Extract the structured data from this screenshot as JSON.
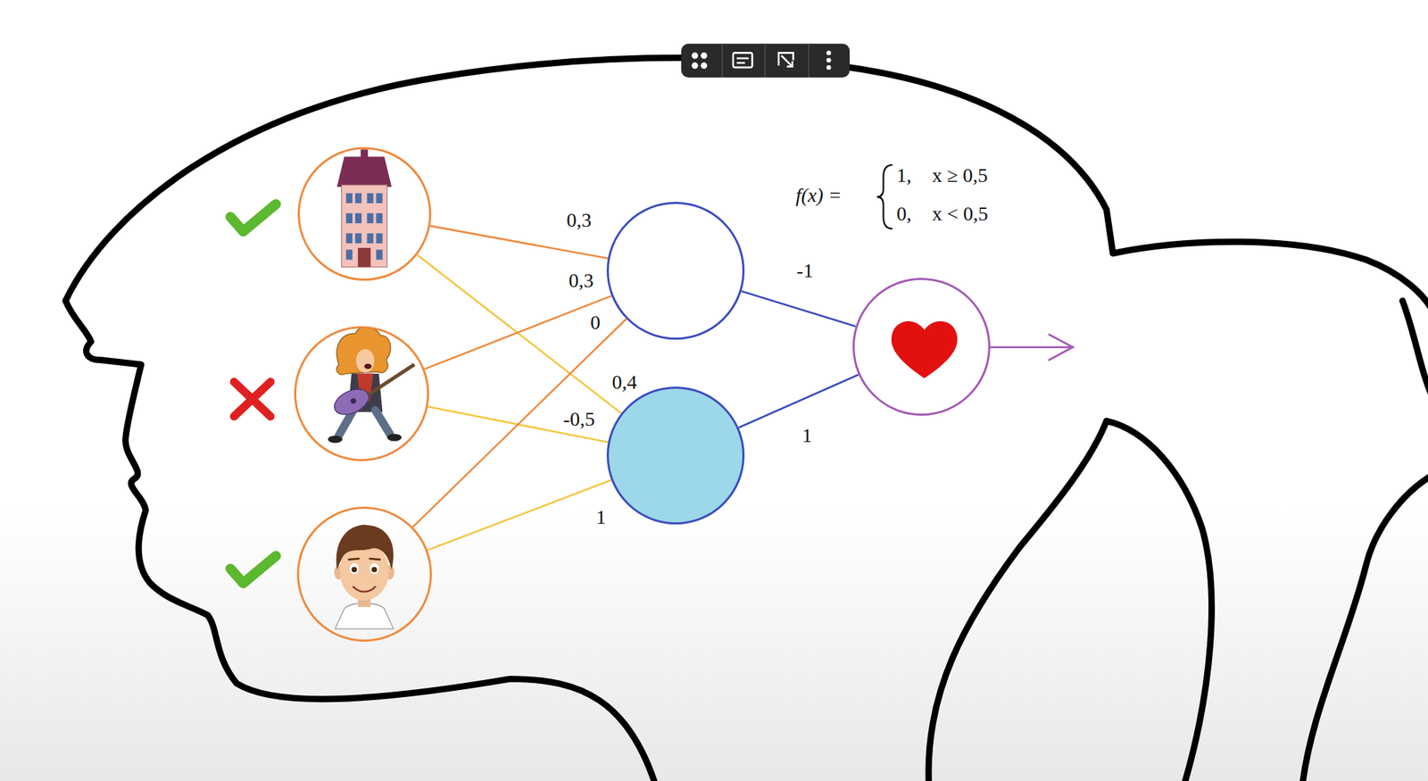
{
  "diagram": {
    "nodes": [
      {
        "text": []
      },
      {
        "text": []
      },
      {
        "text": []
      },
      {
        "text": []
      },
      {
        "text": []
      },
      {
        "text": []
      }
    ],
    "edges": [
      {
        "from": 0,
        "to": 3,
        "arrow": "none",
        "label": "0,3"
      },
      {
        "from": 0,
        "to": 4,
        "arrow": "none",
        "label": "0,4"
      },
      {
        "from": 1,
        "to": 3,
        "arrow": "none",
        "label": "0,3"
      },
      {
        "from": 1,
        "to": 4,
        "arrow": "none",
        "label": "-0,5"
      },
      {
        "from": 2,
        "to": 3,
        "arrow": "none",
        "label": "0"
      },
      {
        "from": 2,
        "to": 4,
        "arrow": "none",
        "label": "1"
      },
      {
        "from": 3,
        "to": 5,
        "arrow": "none",
        "label": "-1"
      },
      {
        "from": 4,
        "to": 5,
        "arrow": "none",
        "label": "1"
      }
    ],
    "labels": [
      "f(x) =",
      "1,",
      "x ≥ 0,5",
      "0,",
      "x < 0,5"
    ]
  }
}
